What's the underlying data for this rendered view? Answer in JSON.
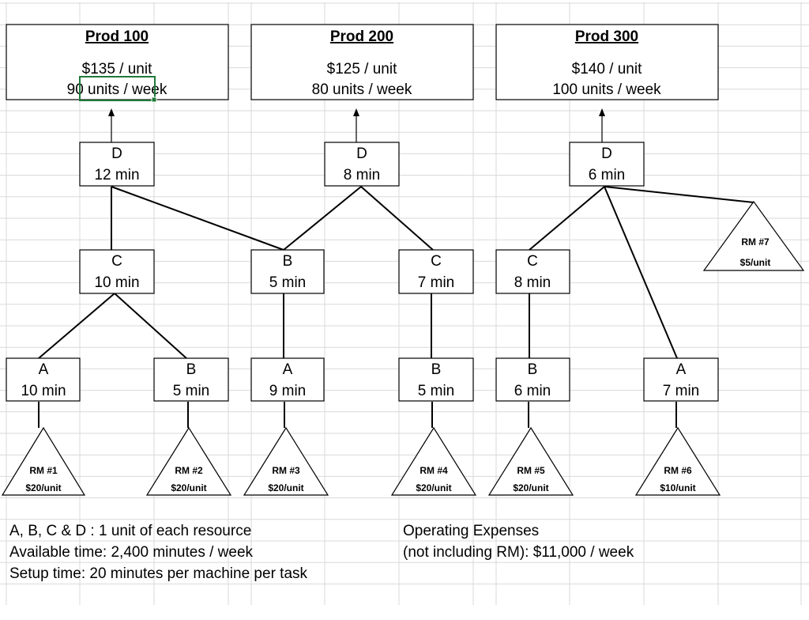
{
  "products": [
    {
      "name": "Prod 100",
      "price": "$135 / unit",
      "demand": "90 units / week"
    },
    {
      "name": "Prod 200",
      "price": "$125 / unit",
      "demand": "80 units / week"
    },
    {
      "name": "Prod 300",
      "price": "$140 / unit",
      "demand": "100 units / week"
    }
  ],
  "operations": {
    "d1": {
      "resource": "D",
      "time": "12 min"
    },
    "d2": {
      "resource": "D",
      "time": "8 min"
    },
    "d3": {
      "resource": "D",
      "time": "6 min"
    },
    "c1": {
      "resource": "C",
      "time": "10 min"
    },
    "b_shared": {
      "resource": "B",
      "time": "5 min"
    },
    "c2": {
      "resource": "C",
      "time": "7 min"
    },
    "c3": {
      "resource": "C",
      "time": "8 min"
    },
    "a1": {
      "resource": "A",
      "time": "10 min"
    },
    "b1": {
      "resource": "B",
      "time": "5 min"
    },
    "a2": {
      "resource": "A",
      "time": "9 min"
    },
    "b2": {
      "resource": "B",
      "time": "5 min"
    },
    "b3": {
      "resource": "B",
      "time": "6 min"
    },
    "a3": {
      "resource": "A",
      "time": "7 min"
    }
  },
  "raw_materials": {
    "rm1": {
      "name": "RM #1",
      "cost": "$20/unit"
    },
    "rm2": {
      "name": "RM #2",
      "cost": "$20/unit"
    },
    "rm3": {
      "name": "RM #3",
      "cost": "$20/unit"
    },
    "rm4": {
      "name": "RM #4",
      "cost": "$20/unit"
    },
    "rm5": {
      "name": "RM #5",
      "cost": "$20/unit"
    },
    "rm6": {
      "name": "RM #6",
      "cost": "$10/unit"
    },
    "rm7": {
      "name": "RM #7",
      "cost": "$5/unit"
    }
  },
  "notes": {
    "resources": "A, B, C & D : 1 unit of each resource",
    "available_time": "Available time:  2,400 minutes / week",
    "setup_time": "Setup time: 20 minutes per machine per task",
    "opex_line1": "Operating Expenses",
    "opex_line2": "(not including RM): $11,000 / week"
  }
}
